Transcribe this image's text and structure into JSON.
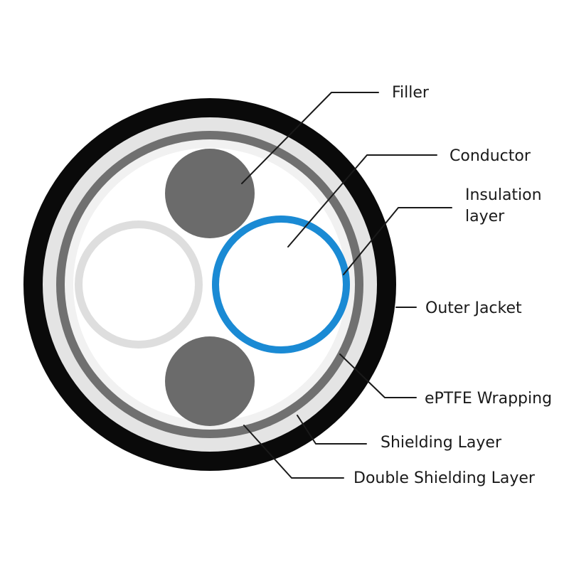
{
  "labels": {
    "filler": "Filler",
    "conductor": "Conductor",
    "insulation_line1": "Insulation",
    "insulation_line2": "layer",
    "outer_jacket": "Outer Jacket",
    "eptfe_wrapping": "ePTFE Wrapping",
    "shielding_layer": "Shielding Layer",
    "double_shielding_layer": "Double Shielding Layer"
  },
  "colors": {
    "outer_jacket": "#0a0a0a",
    "double_shielding": "#e4e4e4",
    "shielding": "#707070",
    "eptfe": "#f1f1f1",
    "filler": "#6b6b6b",
    "insulation_blue": "#1a8ad4",
    "insulation_grey": "#dedede",
    "conductor": "#ffffff"
  }
}
